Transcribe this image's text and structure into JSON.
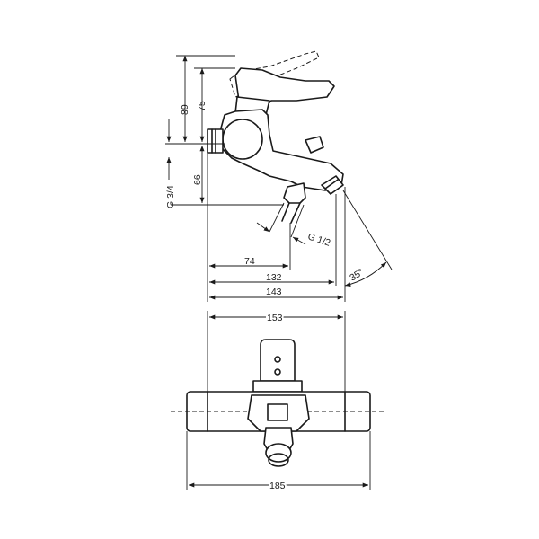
{
  "side_view": {
    "dim_89": "89",
    "dim_75": "75",
    "dim_66": "66",
    "thread_inlet": "G 3/4",
    "thread_outlet": "G 1/2",
    "dim_74": "74",
    "dim_132": "132",
    "dim_143": "143",
    "angle_35": "35°"
  },
  "top_view": {
    "dim_153": "153",
    "dim_185": "185"
  }
}
